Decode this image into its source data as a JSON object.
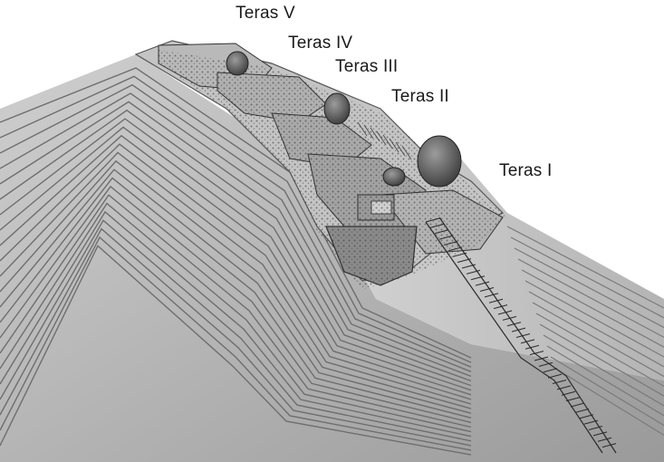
{
  "labels": {
    "teras_1": "Teras I",
    "teras_2": "Teras II",
    "teras_3": "Teras III",
    "teras_4": "Teras IV",
    "teras_5": "Teras V"
  },
  "colors": {
    "background": "#ffffff",
    "terrain_light": "#d9d9d9",
    "terrain_mid": "#a8a8a8",
    "terrain_dark": "#5a5a5a",
    "vegetation": "#3a3a3a",
    "text": "#1a1a1a"
  }
}
